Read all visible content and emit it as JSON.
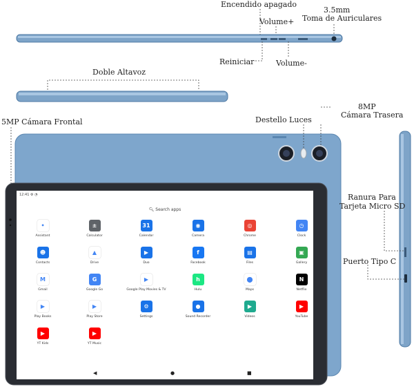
{
  "labels": {
    "power": "Encendido apagado",
    "volume_up": "Volume+",
    "jack_size": "3.5mm",
    "jack": "Toma de Auriculares",
    "reset": "Reiniciar",
    "volume_down": "Volume-",
    "speaker": "Doble Altavoz",
    "front_camera": "5MP Cámara Frontal",
    "flash": "Destello Luces",
    "rear_camera_mp": "8MP",
    "rear_camera": "Cámara Trasera",
    "sd_slot_1": "Ranura Para",
    "sd_slot_2": "Tarjeta Micro SD",
    "usb_port": "Puerto Tipo C"
  },
  "screen": {
    "time": "12:41",
    "search_placeholder": "Search apps",
    "apps": [
      {
        "name": "Assistant",
        "icon": "assistant-icon",
        "color": "#ffffff",
        "glyph": "•"
      },
      {
        "name": "Calculator",
        "icon": "calculator-icon",
        "color": "#5f6368",
        "glyph": "±"
      },
      {
        "name": "Calendar",
        "icon": "calendar-icon",
        "color": "#1a73e8",
        "glyph": "31"
      },
      {
        "name": "Camera",
        "icon": "camera-icon",
        "color": "#1a73e8",
        "glyph": "◉"
      },
      {
        "name": "Chrome",
        "icon": "chrome-icon",
        "color": "#ea4335",
        "glyph": "◎"
      },
      {
        "name": "Clock",
        "icon": "clock-icon",
        "color": "#4285f4",
        "glyph": "◷"
      },
      {
        "name": "Contacts",
        "icon": "contacts-icon",
        "color": "#1a73e8",
        "glyph": "☻"
      },
      {
        "name": "Drive",
        "icon": "drive-icon",
        "color": "#ffffff",
        "glyph": "▲"
      },
      {
        "name": "Duo",
        "icon": "duo-icon",
        "color": "#1a73e8",
        "glyph": "▶"
      },
      {
        "name": "Facebook",
        "icon": "facebook-icon",
        "color": "#1877f2",
        "glyph": "f"
      },
      {
        "name": "Files",
        "icon": "files-icon",
        "color": "#1a73e8",
        "glyph": "▤"
      },
      {
        "name": "Gallery",
        "icon": "gallery-icon",
        "color": "#34a853",
        "glyph": "▣"
      },
      {
        "name": "Gmail",
        "icon": "gmail-icon",
        "color": "#ffffff",
        "glyph": "M"
      },
      {
        "name": "Google Go",
        "icon": "google-go-icon",
        "color": "#4285f4",
        "glyph": "G"
      },
      {
        "name": "Google Play Movies & TV",
        "icon": "play-movies-icon",
        "color": "#ffffff",
        "glyph": "▶"
      },
      {
        "name": "Hulu",
        "icon": "hulu-icon",
        "color": "#1ce783",
        "glyph": "h"
      },
      {
        "name": "Maps",
        "icon": "maps-icon",
        "color": "#ffffff",
        "glyph": "⬤"
      },
      {
        "name": "Netflix",
        "icon": "netflix-icon",
        "color": "#000000",
        "glyph": "N"
      },
      {
        "name": "Play Books",
        "icon": "play-books-icon",
        "color": "#ffffff",
        "glyph": "▶"
      },
      {
        "name": "Play Store",
        "icon": "play-store-icon",
        "color": "#ffffff",
        "glyph": "▶"
      },
      {
        "name": "Settings",
        "icon": "settings-icon",
        "color": "#1a73e8",
        "glyph": "⚙"
      },
      {
        "name": "Sound Recorder",
        "icon": "sound-recorder-icon",
        "color": "#1a73e8",
        "glyph": "●"
      },
      {
        "name": "Videos",
        "icon": "videos-icon",
        "color": "#1faa8f",
        "glyph": "▶"
      },
      {
        "name": "YouTube",
        "icon": "youtube-icon",
        "color": "#ff0000",
        "glyph": "▶"
      },
      {
        "name": "YT Kids",
        "icon": "yt-kids-icon",
        "color": "#ff0000",
        "glyph": "▶"
      },
      {
        "name": "YT Music",
        "icon": "yt-music-icon",
        "color": "#ff0000",
        "glyph": "▶"
      }
    ],
    "nav": {
      "back": "◀",
      "home": "●",
      "recents": "■"
    }
  }
}
